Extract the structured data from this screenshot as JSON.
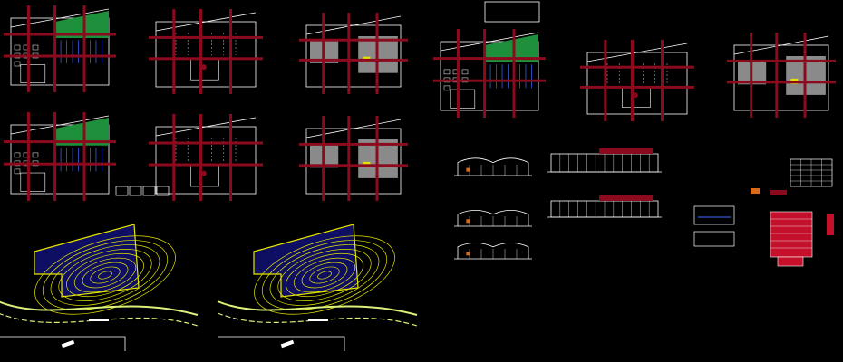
{
  "colors": {
    "background": "#000000",
    "line": "#ffffff",
    "column_grid": "#8b0a1e",
    "garden": "#1e8f3a",
    "roof_fill": "#8a8a8a",
    "contour": "#e6e600",
    "water": "#1a1ab3",
    "road": "#d9f07a",
    "title_block_red": "#c4102a",
    "accent_blue": "#3b6bff",
    "accent_orange": "#d96a1a"
  },
  "sheets": {
    "plans_left_count": 6,
    "plans_right_count": 3,
    "site_plans_count": 2,
    "elevations_count": 5
  }
}
